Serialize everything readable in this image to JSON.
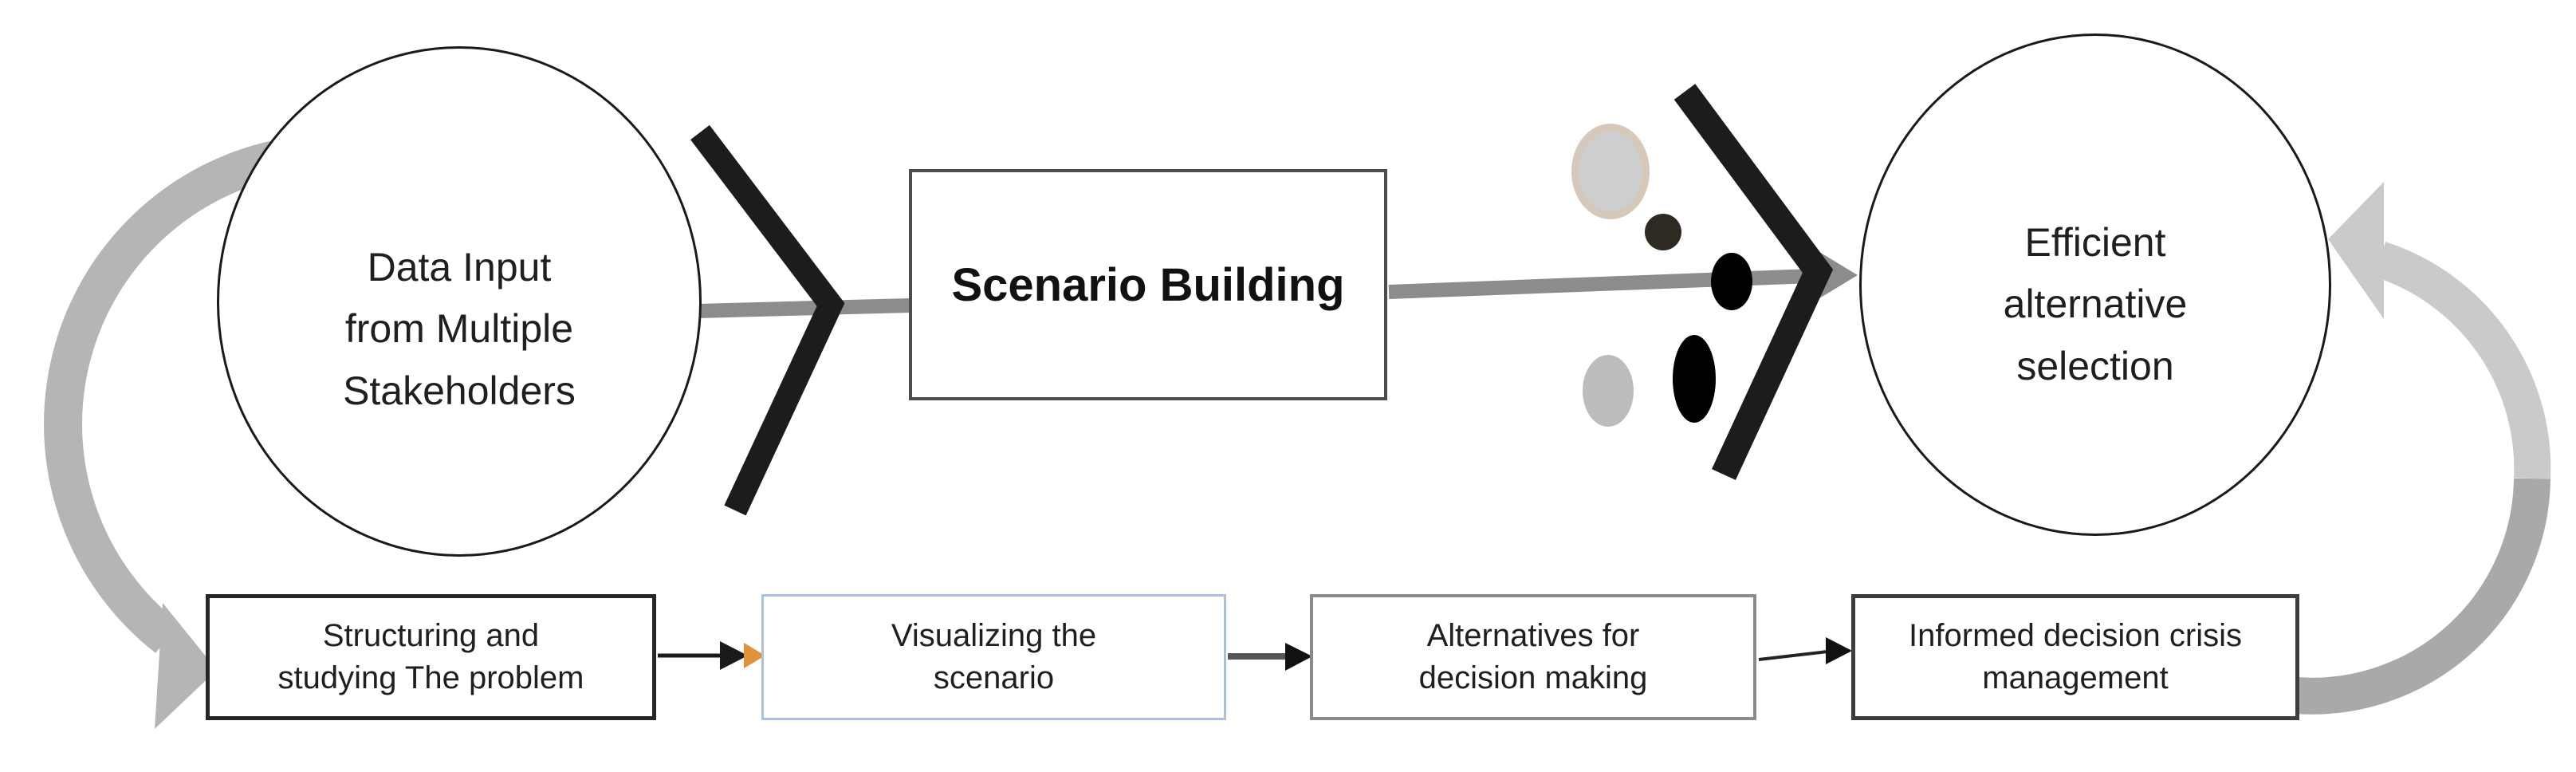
{
  "diagram": {
    "left_circle": {
      "label": "Data Input\nfrom Multiple\nStakeholders"
    },
    "scenario_box": {
      "label": "Scenario Building"
    },
    "right_circle": {
      "label": "Efficient\nalternative\nselection"
    },
    "process_steps": [
      {
        "label": "Structuring and\nstudying The problem"
      },
      {
        "label": "Visualizing the\nscenario"
      },
      {
        "label": "Alternatives for\ndecision making"
      },
      {
        "label": "Informed decision crisis\nmanagement"
      }
    ],
    "icons": {
      "left_chevron": "chevron-right",
      "right_chevron": "chevron-right",
      "left_cycle": "curved-arrow-counterclockwise",
      "right_cycle": "curved-arrow-counterclockwise"
    },
    "colors": {
      "orange_accent": "#e2913c",
      "blue_box_border": "#aac1da",
      "main_line_gray": "#8c8c8c",
      "chevron_black": "#1c1c1c",
      "left_cycle_gray": "#b5b5b5",
      "right_cycle_gray_dark": "#a9a9a9",
      "right_cycle_gray_light": "#cacaca",
      "dot_beige_ring": "#d6c9bc",
      "dot_light_gray": "#bcbcbc",
      "dot_dark_brown": "#2f2a21",
      "dot_black": "#000000"
    }
  }
}
